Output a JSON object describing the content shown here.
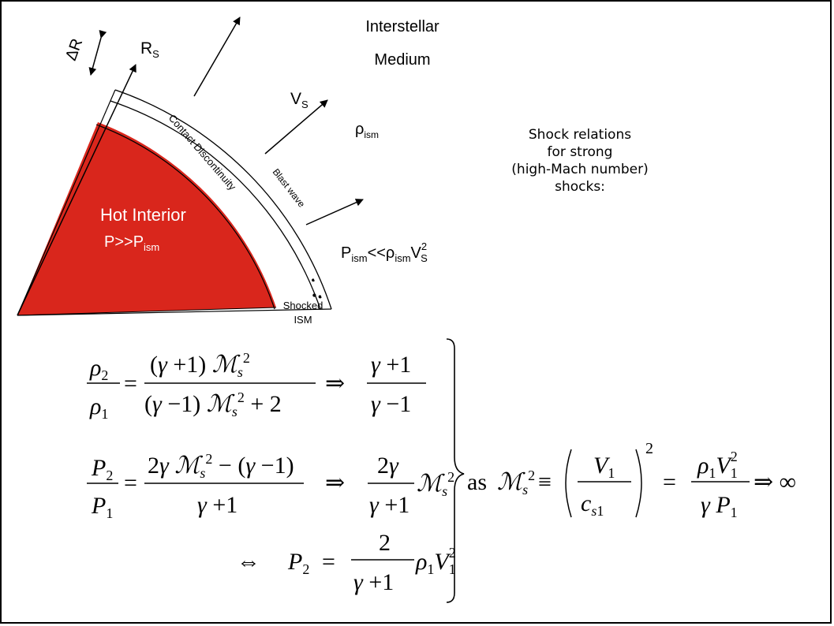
{
  "diagram": {
    "interstellar_medium": [
      "Interstellar",
      "Medium"
    ],
    "radius_label": "R",
    "radius_sub": "S",
    "thickness_label": "ΔR",
    "velocity_label": "V",
    "velocity_sub": "S",
    "density_label": "ρ",
    "density_sub": "ism",
    "blast_wave": "Blast wave",
    "contact_discontinuity": "Contact Discontinuity",
    "hot_interior": "Hot Interior",
    "pressure_condition": "P>>P",
    "pressure_condition_sub": "ism",
    "ram_pressure_condition": {
      "p": "P",
      "p_sub": "ism",
      "op": "<<ρ",
      "rho_sub": "ism",
      "v": "V",
      "v_sup": "2",
      "v_sub": "S"
    },
    "shocked_ism": [
      "Shocked",
      "ISM"
    ]
  },
  "shock_relations": {
    "lines": [
      "Shock relations",
      "for strong",
      "(high-Mach number)",
      "shocks:"
    ]
  },
  "colors": {
    "interior": "#d9261c",
    "ink": "#000000"
  }
}
